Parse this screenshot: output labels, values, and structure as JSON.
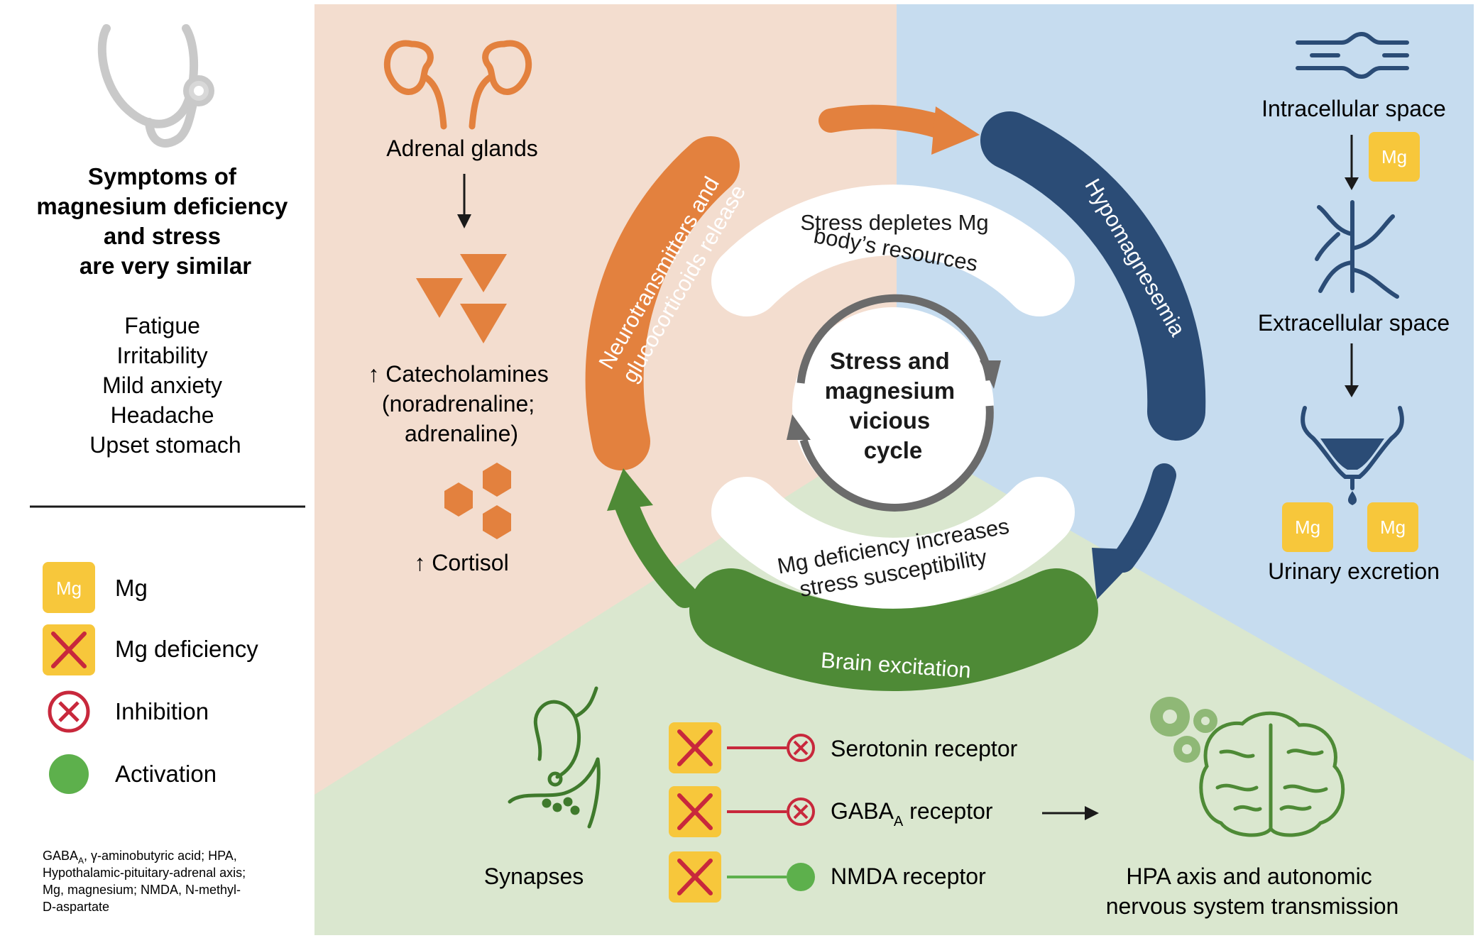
{
  "sidebar": {
    "title_lines": [
      "Symptoms of",
      "magnesium deficiency",
      "and stress",
      "are very similar"
    ],
    "symptoms": [
      "Fatigue",
      "Irritability",
      "Mild anxiety",
      "Headache",
      "Upset stomach"
    ],
    "legend": {
      "mg": "Mg",
      "mg_deficiency": "Mg deficiency",
      "inhibition": "Inhibition",
      "activation": "Activation"
    },
    "footnote_lines": [
      "GABA",
      "A",
      ", γ-aminobutyric acid; HPA,",
      "Hypothalamic-pituitary-adrenal axis;",
      "Mg, magnesium; NMDA, N-methyl-",
      "D-aspartate"
    ]
  },
  "left_panel": {
    "adrenal": "Adrenal glands",
    "catecholamines_lines": [
      "↑ Catecholamines",
      "(noradrenaline;",
      "adrenaline)"
    ],
    "cortisol": "↑ Cortisol"
  },
  "right_panel": {
    "intracellular": "Intracellular space",
    "extracellular": "Extracellular space",
    "urinary": "Urinary excretion",
    "mg_badge": "Mg"
  },
  "cycle": {
    "arc_orange_lines": [
      "Neurotransmitters and",
      "glucocorticoids release"
    ],
    "arc_blue": "Hypomagnesemia",
    "arc_green": "Brain excitation",
    "band_top_lines": [
      "Stress depletes Mg",
      "body’s resources"
    ],
    "band_bottom_lines": [
      "Mg deficiency increases",
      "stress susceptibility"
    ],
    "center_lines": [
      "Stress and",
      "magnesium",
      "vicious",
      "cycle"
    ]
  },
  "bottom_panel": {
    "synapses": "Synapses",
    "serotonin": "Serotonin receptor",
    "gaba": "GABA",
    "gaba_sub": "A",
    "gaba_rest": " receptor",
    "nmda": "NMDA receptor",
    "hpa_lines": [
      "HPA axis and autonomic",
      "nervous system transmission"
    ]
  },
  "colors": {
    "orange": "#E3813E",
    "navy": "#2B4C76",
    "green": "#4E8A36",
    "yellow": "#F7C73B",
    "red": "#C8283C",
    "peach_bg": "#F3DDCF",
    "blue_bg": "#C6DCEF",
    "green_bg": "#DAE7CF",
    "grey": "#6B6B6B"
  },
  "icons": {
    "stethoscope": "stethoscope-icon",
    "kidney": "kidney-icon",
    "triangles": "catecholamine-triangle-icon",
    "hexagons": "cortisol-hexagon-icon",
    "cell": "cell-membrane-icon",
    "vessel": "blood-vessel-icon",
    "bladder": "bladder-icon",
    "synapse": "synapse-icon",
    "gears": "gears-icon",
    "brain": "brain-icon"
  }
}
